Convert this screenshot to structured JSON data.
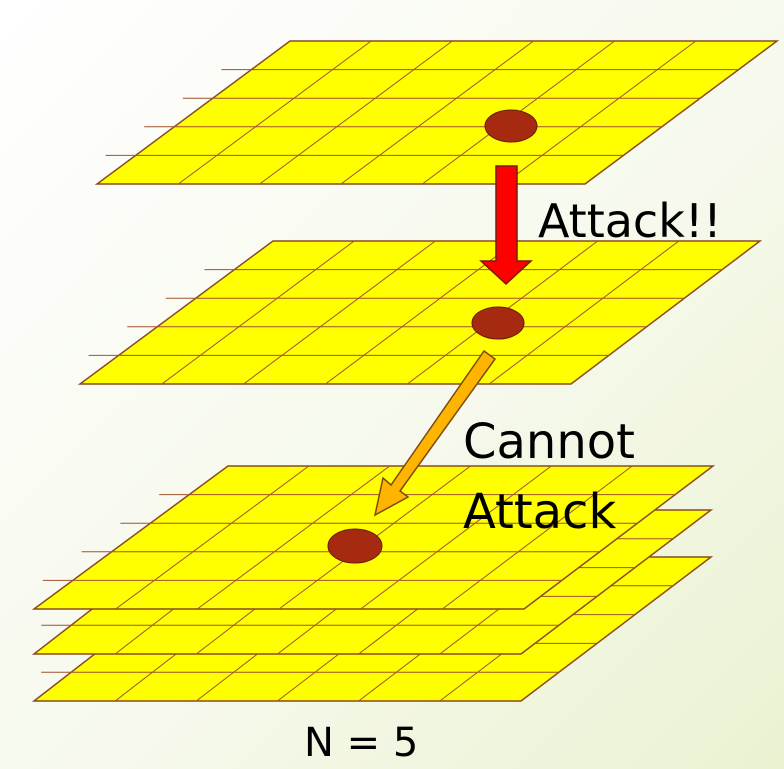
{
  "diagram": {
    "labels": {
      "attack": "Attack!!",
      "cannot_line1": "Cannot",
      "cannot_line2": "Attack",
      "count": "N = 5"
    },
    "colors": {
      "plane_fill": "#ffff00",
      "plane_stroke": "#8b4a1f",
      "grid_line": "#a0522d",
      "marker": "#a52a10",
      "attack_arrow": "#ff0000",
      "blocked_arrow": "#ffb400"
    }
  }
}
